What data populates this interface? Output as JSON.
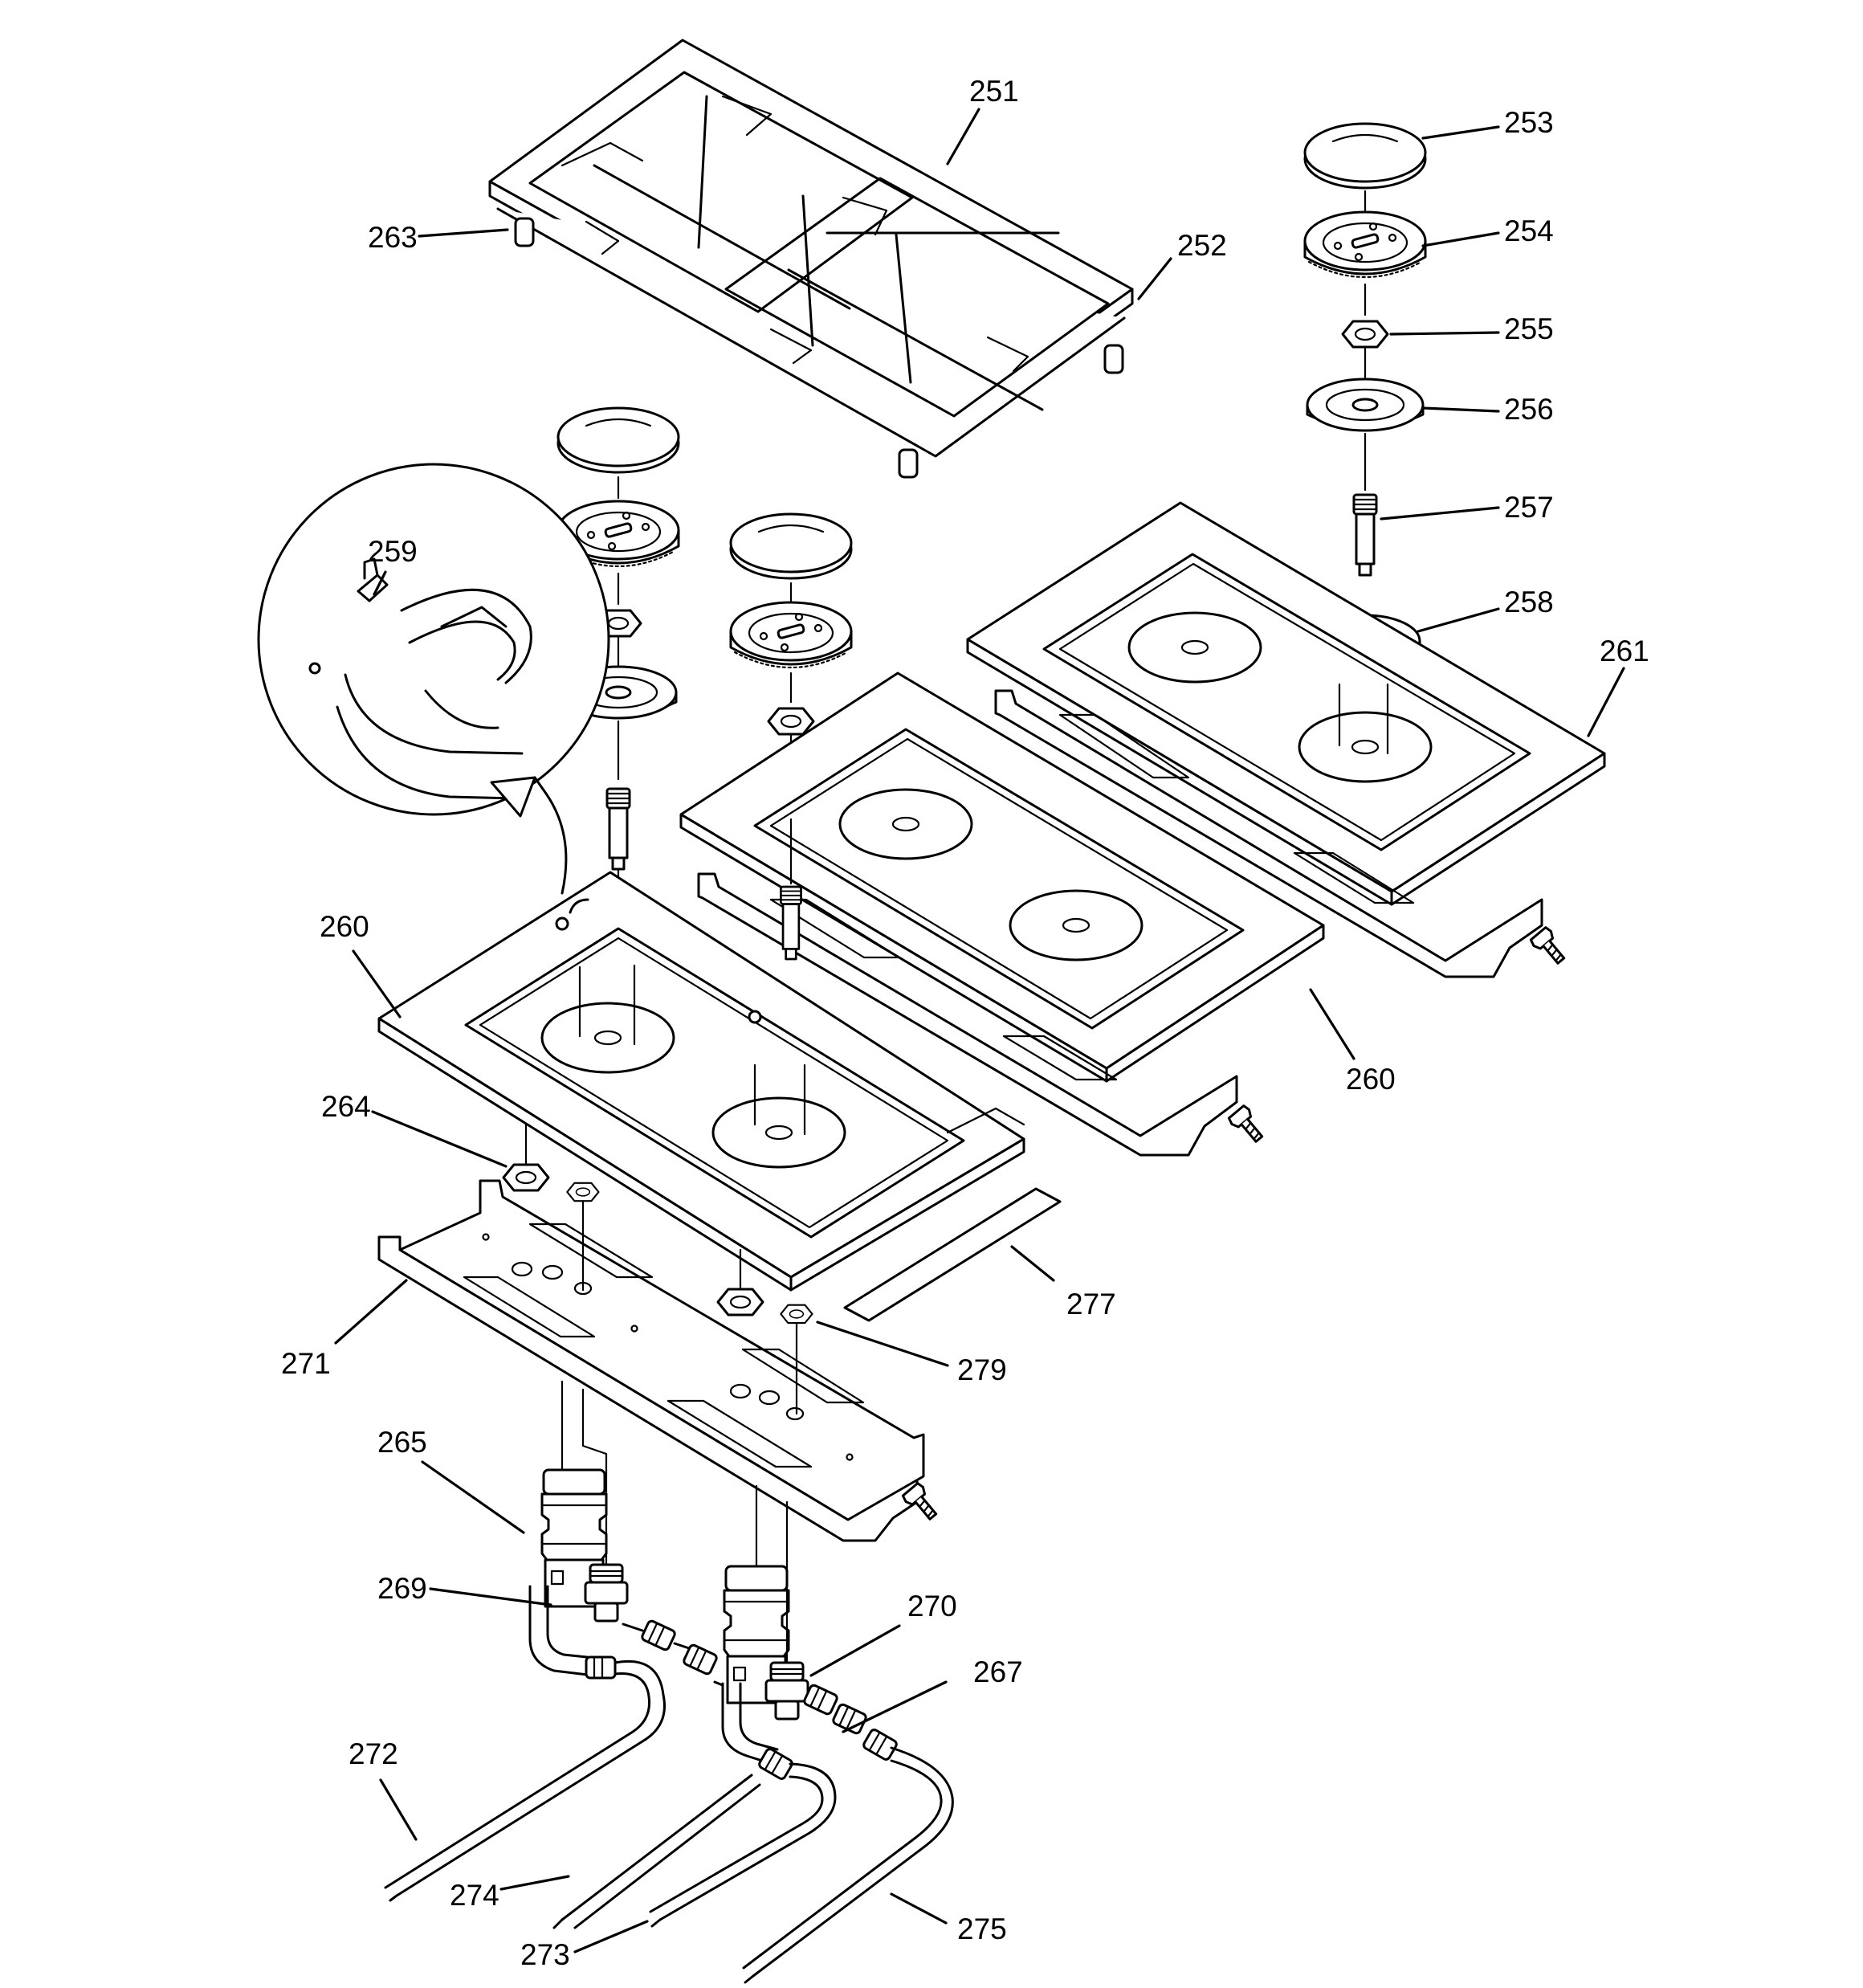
{
  "callouts": [
    {
      "label": "251"
    },
    {
      "label": "252"
    },
    {
      "label": "253"
    },
    {
      "label": "254"
    },
    {
      "label": "255"
    },
    {
      "label": "256"
    },
    {
      "label": "257"
    },
    {
      "label": "258"
    },
    {
      "label": "259"
    },
    {
      "label": "260"
    },
    {
      "label": "260"
    },
    {
      "label": "261"
    },
    {
      "label": "263"
    },
    {
      "label": "264"
    },
    {
      "label": "265"
    },
    {
      "label": "267"
    },
    {
      "label": "269"
    },
    {
      "label": "270"
    },
    {
      "label": "271"
    },
    {
      "label": "272"
    },
    {
      "label": "273"
    },
    {
      "label": "274"
    },
    {
      "label": "275"
    },
    {
      "label": "277"
    },
    {
      "label": "279"
    }
  ]
}
